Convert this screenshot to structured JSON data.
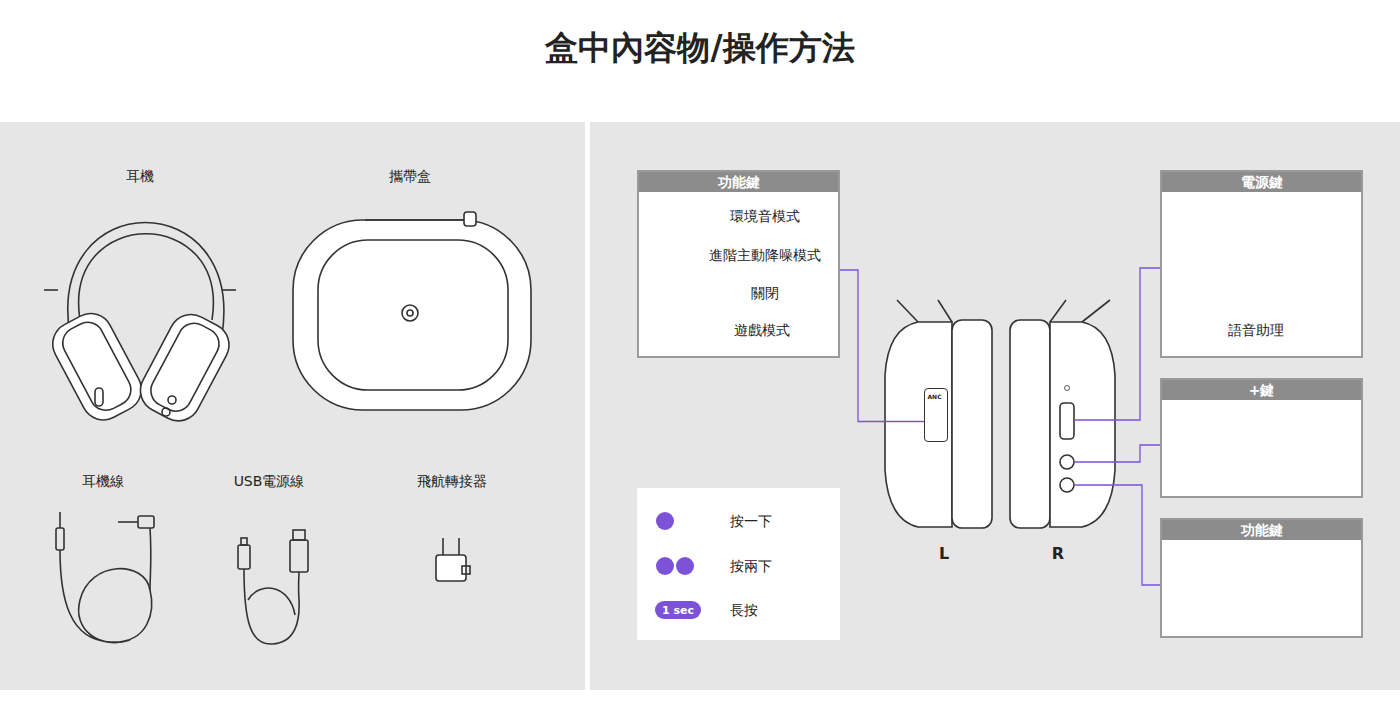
{
  "diagram": {
    "title": "盒中內容物/操作方法",
    "nodes": [
      {
        "text": [
          "功能鍵",
          "環境音模式",
          "進階主動降噪模式",
          "關閉",
          "遊戲模式"
        ]
      },
      {
        "text": [
          "電源鍵",
          "語音助理"
        ]
      },
      {
        "text": [
          "ANC"
        ]
      },
      {
        "text": [
          "+鍵"
        ]
      },
      {
        "text": [
          "功能鍵"
        ]
      }
    ],
    "edges": [
      {
        "from": 0,
        "to": 2,
        "arrow": "none"
      }
    ],
    "labels": [
      "耳機",
      "攜帶盒",
      "耳機線",
      "USB電源線",
      "飛航轉接器",
      "L",
      "R",
      "1 sec",
      "1 sec",
      "1 sec",
      "1 sec"
    ],
    "legend": [
      {
        "text": "按一下",
        "color": "#7b52d8"
      },
      {
        "text": "按兩下",
        "color": "#7b52d8"
      },
      {
        "text": "長按",
        "color": "#7b52d8"
      }
    ]
  }
}
